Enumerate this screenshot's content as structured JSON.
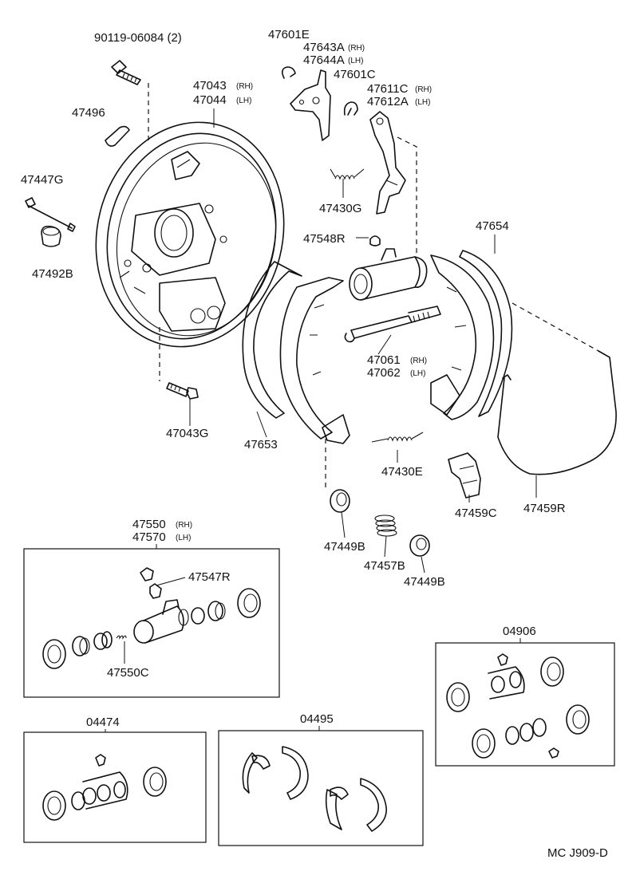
{
  "labels": {
    "bolt": "90119-06084 (2)",
    "clip_e": "47601E",
    "lever_rh": "47643A",
    "lever_rh_side": "(RH)",
    "lever_lh": "47644A",
    "lever_lh_side": "(LH)",
    "clip_c": "47601C",
    "plate_rh": "47043",
    "plate_rh_side": "(RH)",
    "plate_lh": "47044",
    "plate_lh_side": "(LH)",
    "plug": "47496",
    "strut_rh": "47611C",
    "strut_rh_side": "(RH)",
    "strut_lh": "47612A",
    "strut_lh_side": "(LH)",
    "pin": "47447G",
    "spring_g": "47430G",
    "cup": "47492B",
    "bleeder_r": "47548R",
    "shoe_rear": "47654",
    "adjuster_rh": "47061",
    "adjuster_rh_side": "(RH)",
    "adjuster_lh": "47062",
    "adjuster_lh_side": "(LH)",
    "bolt_g": "47043G",
    "shoe_front": "47653",
    "spring_e": "47430E",
    "clip_c2": "47459C",
    "cable": "47459R",
    "retainer_1": "47449B",
    "spring_b": "47457B",
    "retainer_2": "47449B",
    "cyl_rh": "47550",
    "cyl_rh_side": "(RH)",
    "cyl_lh": "47570",
    "cyl_lh_side": "(LH)",
    "cyl_bleeder": "47547R",
    "cyl_spring": "47550C",
    "kit_a": "04906",
    "kit_b": "04474",
    "kit_c": "04495",
    "diagram_code": "MC J909-D"
  }
}
